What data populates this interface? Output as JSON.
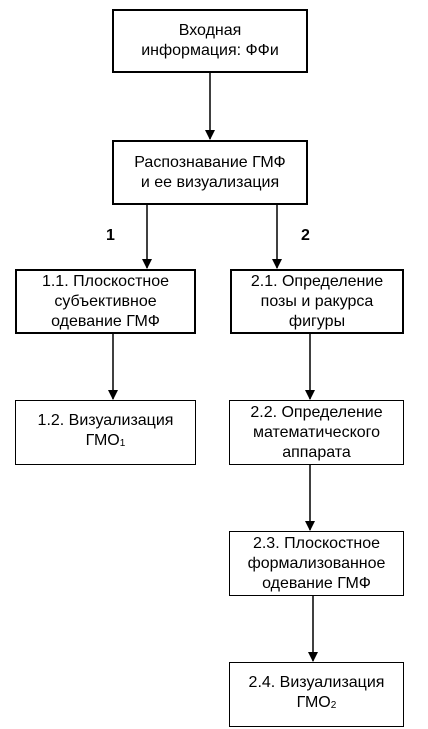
{
  "nodes": {
    "input": {
      "lines": [
        "Входная",
        "информация: ФФи"
      ]
    },
    "recognition": {
      "lines": [
        "Распознавание ГМФ",
        "и ее визуализация"
      ]
    },
    "n1_1": {
      "lines": [
        "1.1. Плоскостное",
        "субъективное",
        "одевание ГМФ"
      ]
    },
    "n1_2": {
      "line1": "1.2. Визуализация",
      "line2": "ГМО",
      "line2_sub": "1"
    },
    "n2_1": {
      "lines": [
        "2.1.  Определение",
        "позы и ракурса",
        "фигуры"
      ]
    },
    "n2_2": {
      "lines": [
        "2.2. Определение",
        "математического",
        "аппарата"
      ]
    },
    "n2_3": {
      "lines": [
        "2.3. Плоскостное",
        "формализованное",
        "одевание ГМФ"
      ]
    },
    "n2_4": {
      "line1": "2.4. Визуализация",
      "line2": "ГМО",
      "line2_sub": "2"
    }
  },
  "branch_labels": {
    "left": "1",
    "right": "2"
  },
  "edges": [
    {
      "from": "input",
      "to": "recognition"
    },
    {
      "from": "recognition",
      "to": "n1_1"
    },
    {
      "from": "recognition",
      "to": "n2_1"
    },
    {
      "from": "n1_1",
      "to": "n1_2"
    },
    {
      "from": "n2_1",
      "to": "n2_2"
    },
    {
      "from": "n2_2",
      "to": "n2_3"
    },
    {
      "from": "n2_3",
      "to": "n2_4"
    }
  ]
}
